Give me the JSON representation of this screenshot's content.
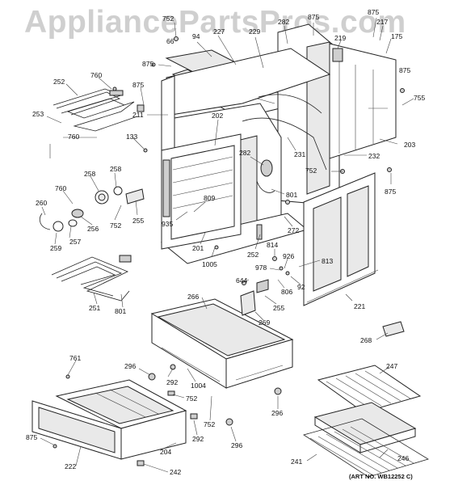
{
  "watermark": "AppliancePartsPros.com",
  "reference": "(ART NO. WB12252 C)",
  "part_labels": [
    "752",
    "875",
    "875",
    "217",
    "175",
    "66",
    "94",
    "227",
    "229",
    "282",
    "219",
    "875",
    "760",
    "252",
    "875",
    "875",
    "211",
    "755",
    "253",
    "133",
    "202",
    "203",
    "231",
    "232",
    "760",
    "282",
    "752",
    "875",
    "258",
    "258",
    "760",
    "801",
    "809",
    "260",
    "256",
    "752",
    "255",
    "935",
    "272",
    "257",
    "259",
    "201",
    "1005",
    "814",
    "252",
    "978",
    "926",
    "813",
    "644",
    "806",
    "92",
    "266",
    "255",
    "269",
    "221",
    "801",
    "251",
    "268",
    "761",
    "296",
    "292",
    "1004",
    "247",
    "752",
    "296",
    "875",
    "292",
    "752",
    "296",
    "204",
    "246",
    "222",
    "242",
    "241"
  ]
}
